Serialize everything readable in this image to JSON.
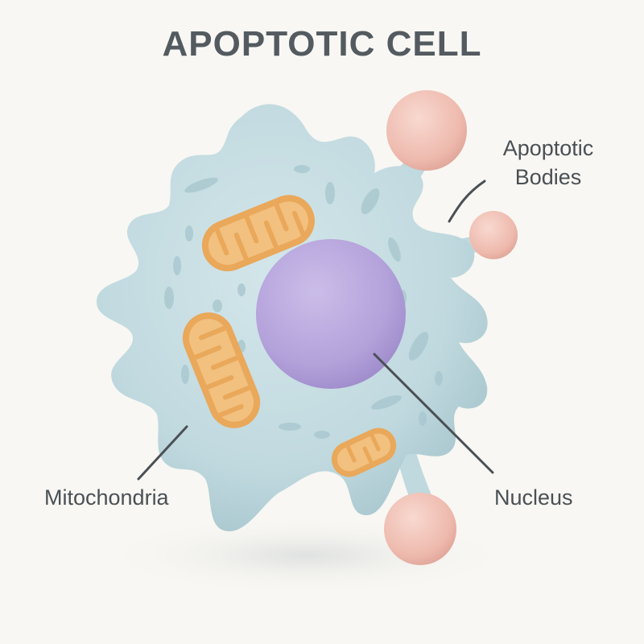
{
  "title": "APOPTOTIC CELL",
  "labels": {
    "apoptotic_bodies_line1": "Apoptotic",
    "apoptotic_bodies_line2": "Bodies",
    "mitochondria": "Mitochondria",
    "nucleus": "Nucleus"
  },
  "colors": {
    "background": "#f8f7f3",
    "cytoplasm": "#c6dde2",
    "cytoplasm_shade": "#a9c7cf",
    "nucleus": "#b7a6dc",
    "mitochondria": "#e9a85a",
    "mitochondria_inner": "#f2c07f",
    "apoptotic_body": "#f1c3b8",
    "text": "#4a5055",
    "leader_line": "#4a5055"
  }
}
